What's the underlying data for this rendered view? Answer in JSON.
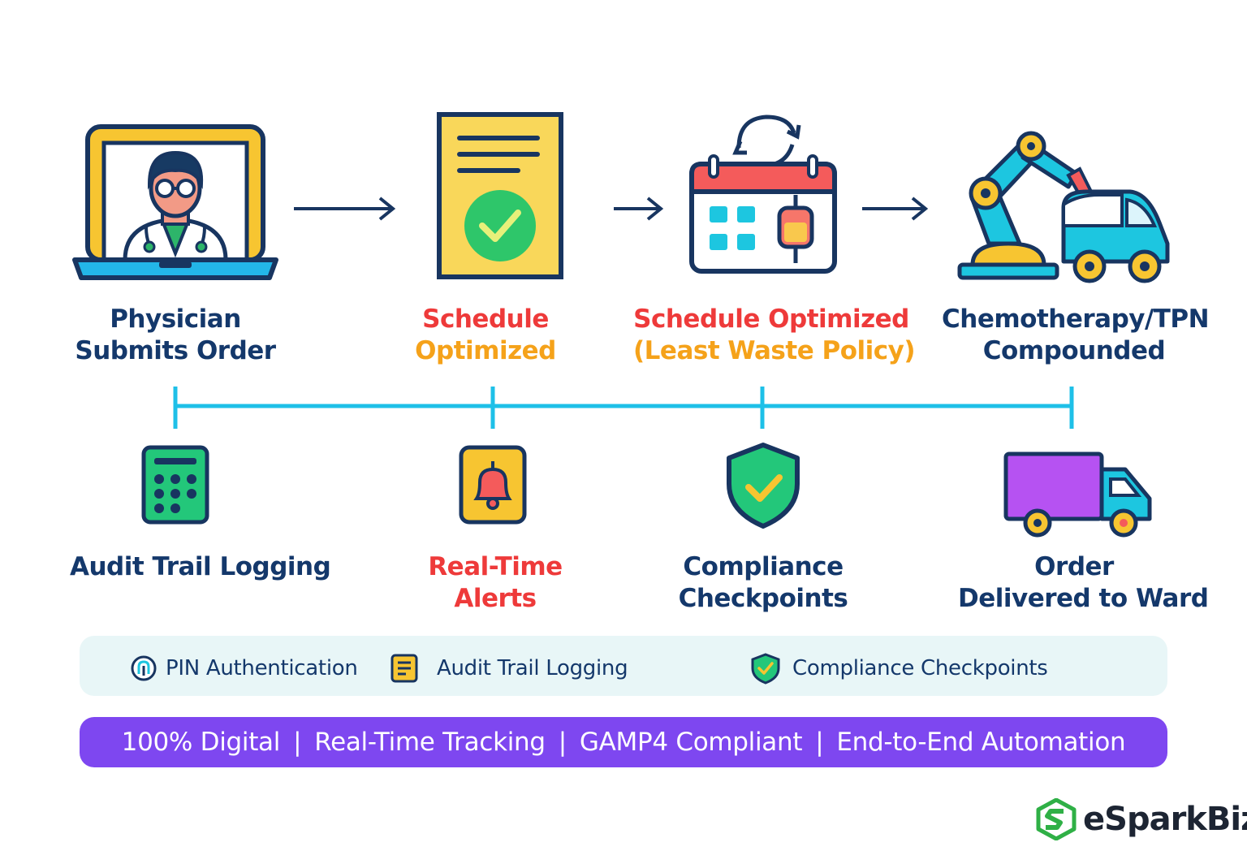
{
  "steps_top": [
    {
      "line1": "Physician",
      "line2": "Submits Order",
      "icon": "laptop-doctor-icon"
    },
    {
      "line1": "Schedule",
      "line2": "Optimized",
      "icon": "document-check-icon"
    },
    {
      "line1": "Schedule Optimized",
      "line2": "(Least Waste Policy)",
      "icon": "calendar-iv-bag-icon"
    },
    {
      "line1": "Chemotherapy/TPN",
      "line2": "Compounded",
      "icon": "robot-arm-truck-icon"
    }
  ],
  "steps_bottom": [
    {
      "line1": "Audit Trail Logging",
      "icon": "calculator-icon"
    },
    {
      "line1": "Real-Time",
      "line2": "Alerts",
      "icon": "bell-icon"
    },
    {
      "line1": "Compliance",
      "line2": "Checkpoints",
      "icon": "shield-check-icon"
    },
    {
      "line1": "Order",
      "line2": "Delivered to Ward",
      "icon": "delivery-truck-icon"
    }
  ],
  "badges": [
    {
      "label": "PIN Authentication",
      "icon": "fingerprint-icon"
    },
    {
      "label": "Audit Trail Logging",
      "icon": "clipboard-icon"
    },
    {
      "label": "Compliance Checkpoints",
      "icon": "shield-check-icon"
    }
  ],
  "banner": {
    "items": [
      "100% Digital",
      "Real-Time Tracking",
      "GAMP4 Compliant",
      "End-to-End Automation"
    ],
    "separator": "|"
  },
  "logo": {
    "text": "eSparkBiz",
    "icon": "esparkbiz-logo-icon"
  },
  "colors": {
    "navy": "#14386b",
    "red": "#ee3a3a",
    "orange": "#f5a21a",
    "timeline": "#1ec0e8",
    "banner": "#7e47f0",
    "badge_bg": "#e8f6f7"
  }
}
